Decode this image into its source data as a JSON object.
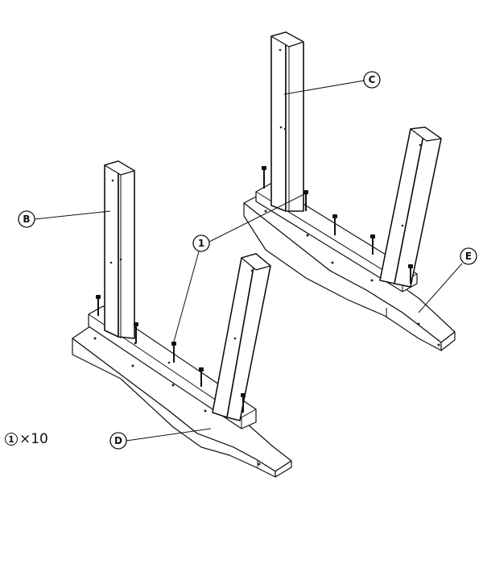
{
  "callouts": {
    "B": "B",
    "C": "C",
    "D": "D",
    "E": "E",
    "hardware": "1"
  },
  "quantity": {
    "symbol": "1",
    "text": "×10"
  }
}
